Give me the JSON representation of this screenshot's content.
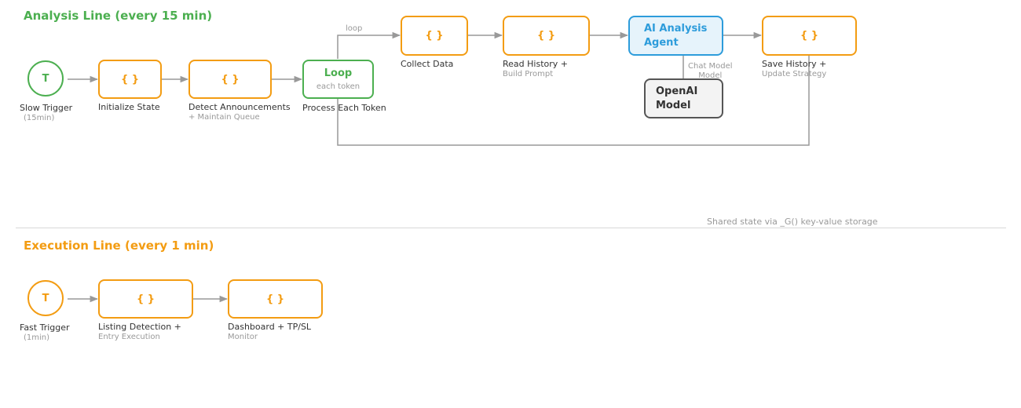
{
  "analysis": {
    "title": "Analysis Line (every 15 min)",
    "trigger": {
      "glyph": "T",
      "label": "Slow Trigger",
      "sub": "(15min)"
    },
    "code_glyph": "{ }",
    "nodes": {
      "init": {
        "label": "Initialize State"
      },
      "detect": {
        "label": "Detect Announcements",
        "sub": "+ Maintain Queue"
      },
      "loop": {
        "title": "Loop",
        "sub": "each token",
        "label": "Process Each Token",
        "edge_label": "loop"
      },
      "collect": {
        "label": "Collect Data"
      },
      "read": {
        "label": "Read History +",
        "sub": "Build Prompt"
      },
      "agent": {
        "title_line1": "AI Analysis",
        "title_line2": "Agent"
      },
      "save": {
        "label": "Save History +",
        "sub": "Update Strategy"
      },
      "model": {
        "title_line1": "OpenAI",
        "title_line2": "Model",
        "edge_label_line1": "Chat Model",
        "edge_label_line2": "Model"
      }
    }
  },
  "execution": {
    "title": "Execution Line (every 1 min)",
    "trigger": {
      "glyph": "T",
      "label": "Fast Trigger",
      "sub": "(1min)"
    },
    "nodes": {
      "listing": {
        "label": "Listing Detection +",
        "sub": "Entry Execution"
      },
      "dashboard": {
        "label": "Dashboard + TP/SL",
        "sub": "Monitor"
      }
    }
  },
  "shared_note": "Shared state via _G() key-value storage",
  "colors": {
    "analysis_green": "#4caf50",
    "execution_orange": "#f39c12",
    "code_node_border": "#f39c12",
    "agent_blue": "#2d9cdb",
    "agent_fill": "#e6f3fb",
    "model_border": "#555555",
    "wire": "#999999"
  }
}
